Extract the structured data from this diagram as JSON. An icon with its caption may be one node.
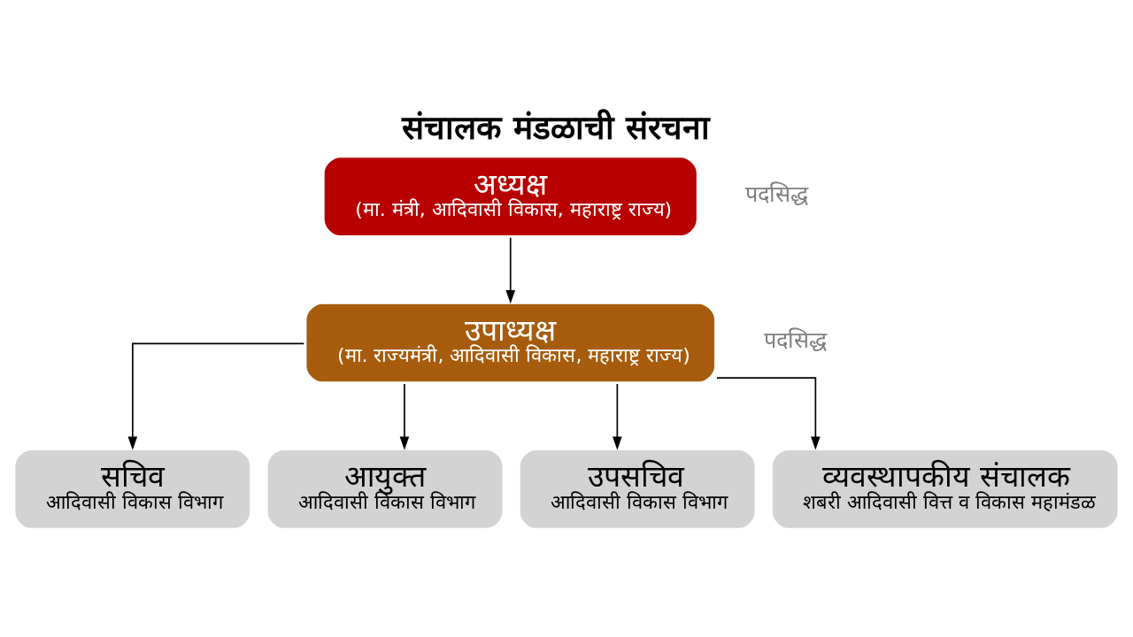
{
  "diagram": {
    "title": "संचालक मंडळाची संरचना",
    "nodes": [
      {
        "text": [
          "अध्यक्ष",
          "(मा. मंत्री, आदिवासी विकास, महाराष्ट्र राज्य)"
        ],
        "beside": [
          "पदसिद्ध"
        ]
      },
      {
        "text": [
          "उपाध्यक्ष",
          "(मा. राज्यमंत्री, आदिवासी विकास, महाराष्ट्र राज्य)"
        ],
        "beside": [
          "पदसिद्ध"
        ]
      },
      {
        "text": [
          "सचिव",
          "आदिवासी विकास विभाग"
        ]
      },
      {
        "text": [
          "आयुक्त",
          "आदिवासी विकास विभाग"
        ]
      },
      {
        "text": [
          "उपसचिव",
          "आदिवासी विकास विभाग"
        ]
      },
      {
        "text": [
          "व्यवस्थापकीय संचालक",
          "शबरी आदिवासी वित्त व विकास महामंडळ"
        ]
      }
    ],
    "edges": [
      {
        "from": 0,
        "to": 1,
        "arrow": "to"
      },
      {
        "from": 1,
        "to": 2,
        "arrow": "to"
      },
      {
        "from": 1,
        "to": 3,
        "arrow": "to"
      },
      {
        "from": 1,
        "to": 4,
        "arrow": "to"
      },
      {
        "from": 1,
        "to": 5,
        "arrow": "to"
      }
    ]
  }
}
